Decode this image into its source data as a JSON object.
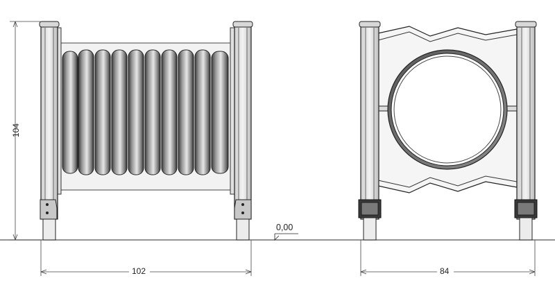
{
  "dimensions": {
    "width": "102",
    "depth": "84",
    "height": "104",
    "ground_level": "0,00"
  }
}
